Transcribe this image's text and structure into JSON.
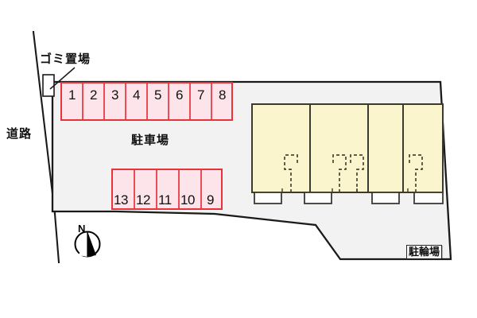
{
  "plan": {
    "title": "apartment-site-plan",
    "colors": {
      "lot_fill": "#f2f2f2",
      "lot_stroke": "#1a1a1a",
      "stall_fill": "#fce4ea",
      "stall_stroke": "#e8323c",
      "building_fill": "#faf5cc",
      "building_stroke": "#3a3a33",
      "entry_fill": "#ffffff",
      "stair_stroke": "#4a4434",
      "text": "#111111",
      "page_bg": "#ffffff"
    }
  },
  "labels": {
    "road": "道路",
    "garbage_area": "ゴミ置場",
    "parking_lot": "駐車場",
    "bicycle_parking": "駐輪場",
    "compass_north": "N"
  },
  "parking": {
    "top_row": {
      "stalls": [
        "1",
        "2",
        "3",
        "4",
        "5",
        "6",
        "7",
        "8"
      ]
    },
    "bottom_row": {
      "stalls": [
        "13",
        "12",
        "11",
        "10",
        "9"
      ]
    }
  },
  "building": {
    "units": [
      "unit-1",
      "unit-2",
      "unit-3",
      "unit-4"
    ],
    "entries": [
      "entry-1",
      "entry-2",
      "entry-3",
      "entry-4"
    ]
  }
}
